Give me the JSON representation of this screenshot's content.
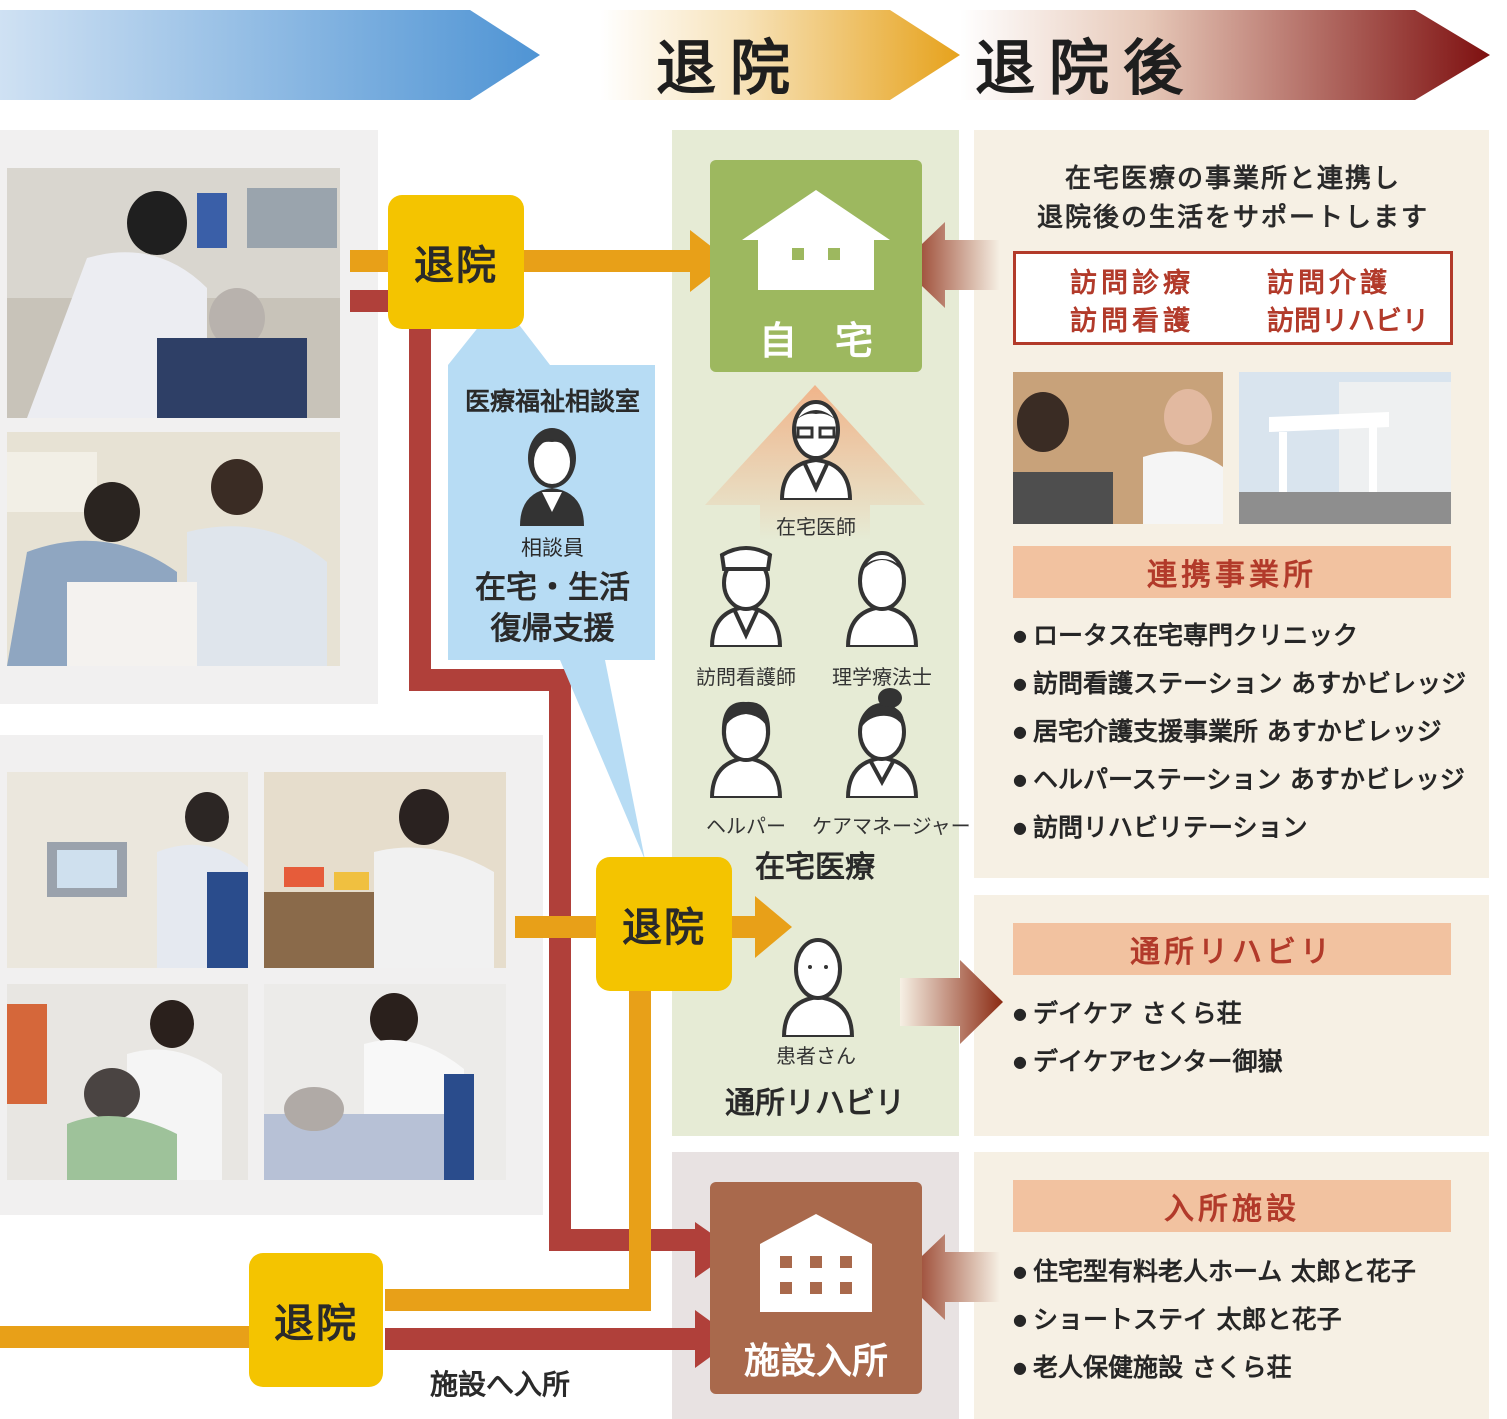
{
  "header": {
    "stage_discharge": "退院",
    "stage_after_discharge": "退院後"
  },
  "flow": {
    "discharge_top": "退院",
    "discharge_middle": "退院",
    "discharge_bottom": "退院",
    "to_facility_caption": "施設へ入所"
  },
  "counseling": {
    "title": "医療福祉相談室",
    "role": "相談員",
    "support_line1": "在宅・生活",
    "support_line2": "復帰支援"
  },
  "home_care": {
    "home_label": "自　宅",
    "doctor": "在宅医師",
    "visiting_nurse": "訪問看護師",
    "physical_therapist": "理学療法士",
    "helper": "ヘルパー",
    "care_manager": "ケアマネージャー",
    "section_label": "在宅医療",
    "patient": "患者さん",
    "day_rehab_label": "通所リハビリ"
  },
  "facility": {
    "label": "施設入所"
  },
  "support_info": {
    "intro_line1": "在宅医療の事業所と連携し",
    "intro_line2": "退院後の生活をサポートします",
    "services": [
      "訪問診療",
      "訪問介護",
      "訪問看護",
      "訪問リハビリ"
    ]
  },
  "partner_offices": {
    "title": "連携事業所",
    "items": [
      "ロータス在宅専門クリニック",
      "訪問看護ステーション あすかビレッジ",
      "居宅介護支援事業所 あすかビレッジ",
      "ヘルパーステーション あすかビレッジ",
      "訪問リハビリテーション"
    ]
  },
  "day_rehab": {
    "title": "通所リハビリ",
    "items": [
      "デイケア さくら荘",
      "デイケアセンター御嶽"
    ]
  },
  "residential": {
    "title": "入所施設",
    "items": [
      "住宅型有料老人ホーム 太郎と花子",
      "ショートステイ 太郎と花子",
      "老人保健施設 さくら荘"
    ]
  },
  "colors": {
    "blue_arrow": "#5b9bd5",
    "gold_arrow": "#e6a21c",
    "maroon_arrow": "#8b1a1a",
    "yellow_box": "#f4c400",
    "green_box": "#9db85f",
    "brown_box": "#a9694c",
    "flow_orange": "#e8a018",
    "flow_red": "#b0403a",
    "salmon_header": "#f2c2a0",
    "title_red": "#b23a2a"
  },
  "icons": {
    "home": "house-icon",
    "facility": "building-icon",
    "person": "person-icon"
  }
}
